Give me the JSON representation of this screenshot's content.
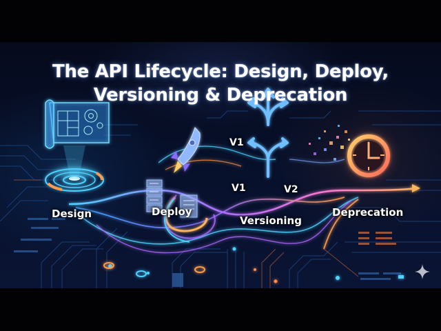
{
  "title": {
    "line1": "The API Lifecycle: Design, Deploy,",
    "line2": "Versioning & Deprecation"
  },
  "stages": [
    {
      "id": "design",
      "label": "Design",
      "icon": "blueprint-gears-icon"
    },
    {
      "id": "deploy",
      "label": "Deploy",
      "icon": "rocket-server-icon"
    },
    {
      "id": "versioning",
      "label": "Versioning",
      "icon": "branching-arrows-icon"
    },
    {
      "id": "deprecation",
      "label": "Deprecation",
      "icon": "dissolving-clock-icon"
    }
  ],
  "version_labels": {
    "upper_v1": "V1",
    "lower_v1": "V1",
    "lower_v2": "V2"
  },
  "watermark": {
    "icon": "sparkle-icon"
  },
  "colors": {
    "background": "#07102a",
    "letterbox": "#020205",
    "cyan_glow": "#4fd2ff",
    "purple_glow": "#b06cff",
    "orange_glow": "#ff9a4a",
    "text": "#ffffff"
  }
}
